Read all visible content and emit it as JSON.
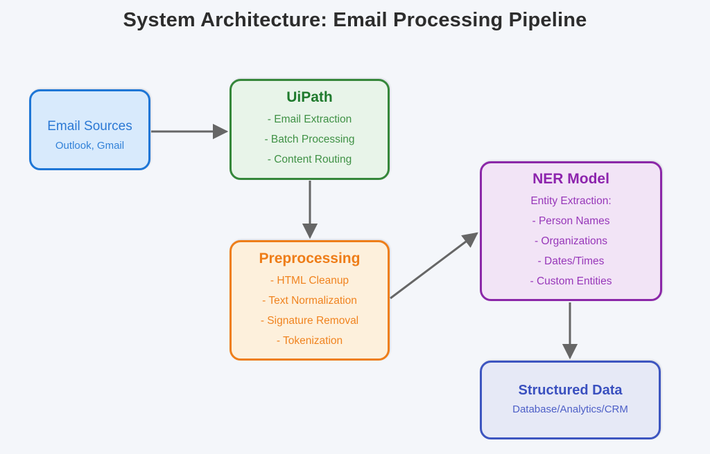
{
  "title": "System Architecture: Email Processing Pipeline",
  "background": "#f4f6fa",
  "arrow_color": "#666666",
  "nodes": {
    "email_sources": {
      "title": "Email Sources",
      "subtitle": "Outlook, Gmail",
      "fill": "#d8eafc",
      "border": "#1e76d6",
      "title_color": "#2a78d4",
      "text_color": "#3181d8"
    },
    "uipath": {
      "title": "UiPath",
      "items": [
        "- Email Extraction",
        "- Batch Processing",
        "- Content Routing"
      ],
      "fill": "#e8f4e9",
      "border": "#35873a",
      "title_color": "#1f7a2d",
      "text_color": "#3f9145"
    },
    "preprocessing": {
      "title": "Preprocessing",
      "items": [
        "- HTML Cleanup",
        "- Text Normalization",
        "- Signature Removal",
        "- Tokenization"
      ],
      "fill": "#fdf0dc",
      "border": "#ee7e19",
      "title_color": "#ee7d18",
      "text_color": "#f0831f"
    },
    "ner_model": {
      "title": "NER Model",
      "subtitle": "Entity Extraction:",
      "items": [
        "- Person Names",
        "- Organizations",
        "- Dates/Times",
        "- Custom Entities"
      ],
      "fill": "#f2e4f6",
      "border": "#8b27a8",
      "title_color": "#8d24ad",
      "text_color": "#9737b9"
    },
    "structured_data": {
      "title": "Structured Data",
      "subtitle": "Database/Analytics/CRM",
      "fill": "#e6e9f6",
      "border": "#3d55c0",
      "title_color": "#3a50bf",
      "text_color": "#4d5fc7"
    }
  },
  "arrows": [
    {
      "from": "email_sources",
      "to": "uipath"
    },
    {
      "from": "uipath",
      "to": "preprocessing"
    },
    {
      "from": "preprocessing",
      "to": "ner_model"
    },
    {
      "from": "ner_model",
      "to": "structured_data"
    }
  ]
}
